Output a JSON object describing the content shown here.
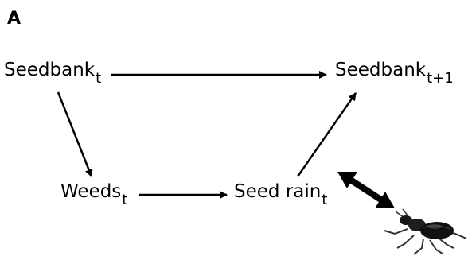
{
  "panel_label": "A",
  "nodes": {
    "seedbank_t": {
      "name": "Seedbank",
      "subscript": "t"
    },
    "seedbank_t1": {
      "name": "Seedbank",
      "subscript": "t+1"
    },
    "weeds_t": {
      "name": "Weeds",
      "subscript": "t"
    },
    "seed_rain_t": {
      "name": "Seed rain",
      "subscript": "t"
    }
  },
  "edges": [
    {
      "from": "seedbank_t",
      "to": "seedbank_t1",
      "style": "single-arrow"
    },
    {
      "from": "seedbank_t",
      "to": "weeds_t",
      "style": "single-arrow"
    },
    {
      "from": "weeds_t",
      "to": "seed_rain_t",
      "style": "single-arrow"
    },
    {
      "from": "seed_rain_t",
      "to": "seedbank_t1",
      "style": "single-arrow"
    },
    {
      "from": "seed_rain_t",
      "to": "beetle",
      "style": "double-headed-thick"
    }
  ],
  "icons": {
    "beetle": "beetle-icon"
  },
  "colors": {
    "arrow": "#000000",
    "text": "#000000",
    "background": "#ffffff"
  }
}
